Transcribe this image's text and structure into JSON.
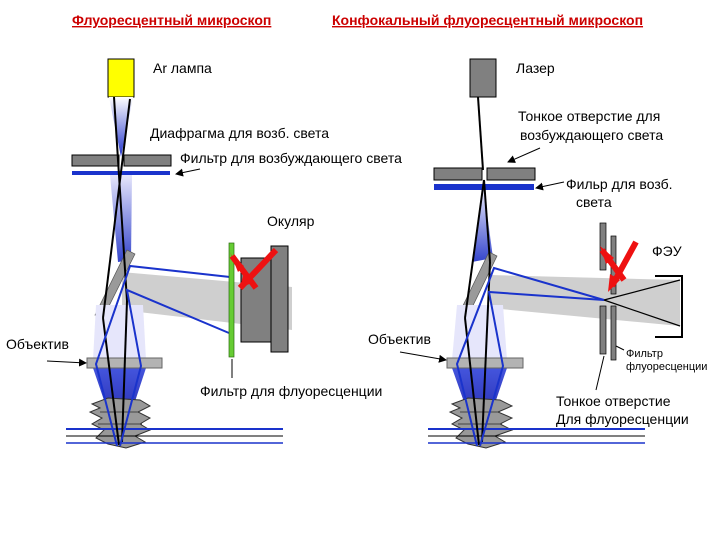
{
  "titles": {
    "left": "Флуоресцентный микроскоп",
    "right": "Конфокальный  флуоресцентный микроскоп"
  },
  "left_scope": {
    "lamp": "Ar лампа",
    "aperture": "Диафрагма для возб. света",
    "excitation_filter": "Фильтр для возбуждающего света",
    "eyepiece": "Окуляр",
    "objective": "Объектив",
    "emission_filter": "Фильтр для флуоресценции"
  },
  "right_scope": {
    "laser": "Лазер",
    "pinhole_line1": "Тонкое отверстие для",
    "pinhole_line2": "возбуждающего света",
    "excitation_filter_line1": "Фильр для возб.",
    "excitation_filter_line2": "света",
    "pmt": "ФЭУ",
    "objective": "Объектив",
    "emission_filter_line1": "Фильтр",
    "emission_filter_line2": "флуоресценции",
    "detect_pinhole_line1": "Тонкое отверстие",
    "detect_pinhole_line2": "Для флуоресценции"
  },
  "colors": {
    "title": "#cc0000",
    "lamp": "#ffff00",
    "beam": "#0000cc",
    "emission_filter": "#66cc33",
    "arrow": "#ee1111",
    "component_gray": "#808080"
  }
}
